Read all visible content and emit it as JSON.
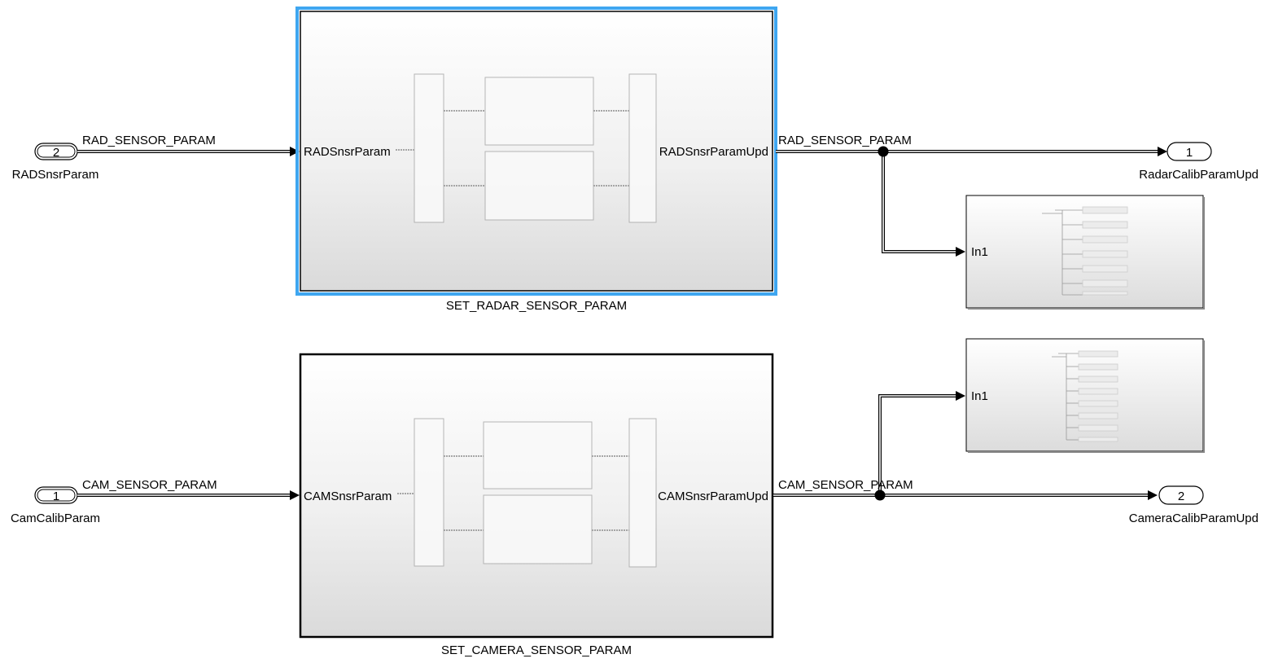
{
  "inports": [
    {
      "number": "2",
      "name": "RADSnsrParam"
    },
    {
      "number": "1",
      "name": "CamCalibParam"
    }
  ],
  "outports": [
    {
      "number": "1",
      "name": "RadarCalibParamUpd"
    },
    {
      "number": "2",
      "name": "CameraCalibParamUpd"
    }
  ],
  "signals": {
    "radar_in": "RAD_SENSOR_PARAM",
    "radar_out": "RAD_SENSOR_PARAM",
    "camera_in": "CAM_SENSOR_PARAM",
    "camera_out": "CAM_SENSOR_PARAM"
  },
  "subsystems": [
    {
      "name": "SET_RADAR_SENSOR_PARAM",
      "in_port": "RADSnsrParam",
      "out_port": "RADSnsrParamUpd",
      "selected": true
    },
    {
      "name": "SET_CAMERA_SENSOR_PARAM",
      "in_port": "CAMSnsrParam",
      "out_port": "CAMSnsrParamUpd",
      "selected": false
    }
  ],
  "monitors": [
    {
      "in_port": "In1"
    },
    {
      "in_port": "In1"
    }
  ],
  "colors": {
    "selection": "#3ea6f0",
    "block_border": "#000000",
    "signal": "#000000"
  }
}
